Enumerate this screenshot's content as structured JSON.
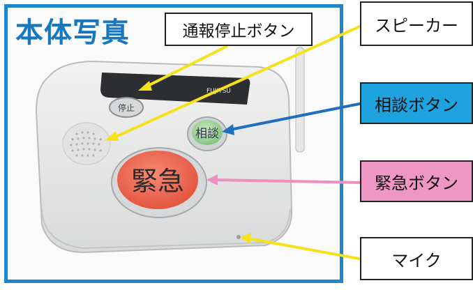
{
  "title": "本体写真",
  "labels": {
    "stop_button": "通報停止ボタン",
    "speaker": "スピーカー",
    "consult_button": "相談ボタン",
    "emergency_button": "緊急ボタン",
    "mic": "マイク"
  },
  "device": {
    "consult_text": "相談",
    "emergency_text": "緊急",
    "stop_text": "停止",
    "brand_text": "FUJITSU"
  },
  "colors": {
    "frame_border": "#1f86c8",
    "title": "#1877bf",
    "consult_fill": "#1fa3de",
    "emergency_fill": "#ee97c4",
    "arrow_yellow": "#f6e21a",
    "arrow_blue": "#1f6fc0",
    "arrow_pink": "#ee8fc0",
    "emergency_button": "#ee6a55",
    "consult_button": "#9fd39a"
  }
}
